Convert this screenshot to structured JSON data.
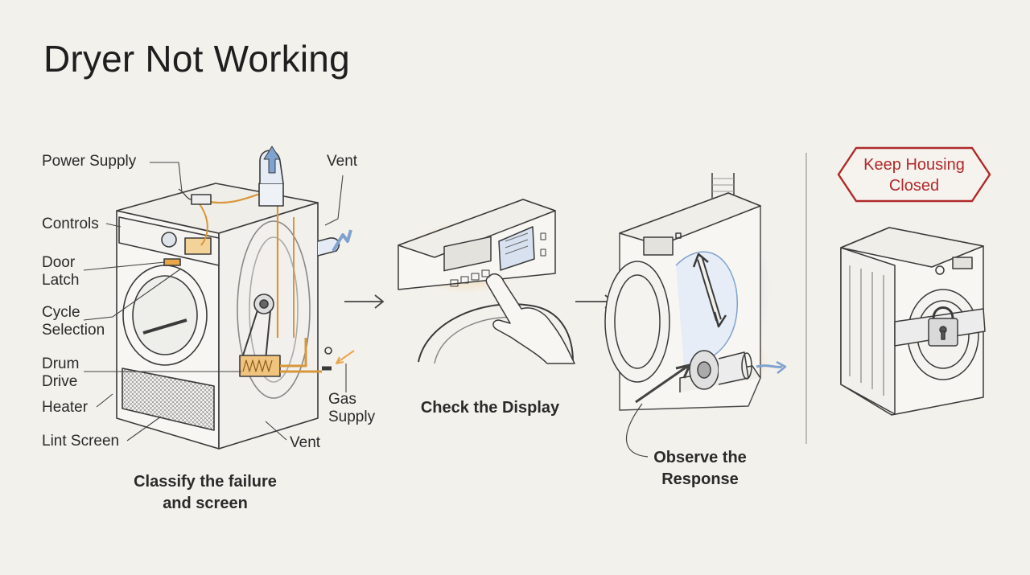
{
  "title": "Dryer Not Working",
  "labels": {
    "power_supply": "Power Supply",
    "vent_top": "Vent",
    "controls": "Controls",
    "door_latch": "Door\nLatch",
    "cycle_selection": "Cycle\nSelection",
    "drum_drive": "Drum\nDrive",
    "heater": "Heater",
    "lint_screen": "Lint Screen",
    "gas_supply": "Gas\nSupply",
    "vent_bottom": "Vent"
  },
  "steps": {
    "classify": "Classify the failure\nand screen",
    "check_display": "Check the Display",
    "observe": "Observe the\nResponse"
  },
  "warning_badge": "Keep Housing\nClosed",
  "colors": {
    "background": "#f3f1ec",
    "ink": "#3a3a3a",
    "accent_orange": "#e9a64a",
    "accent_blue": "#7fa2cf",
    "warning_red": "#b02a2a"
  }
}
